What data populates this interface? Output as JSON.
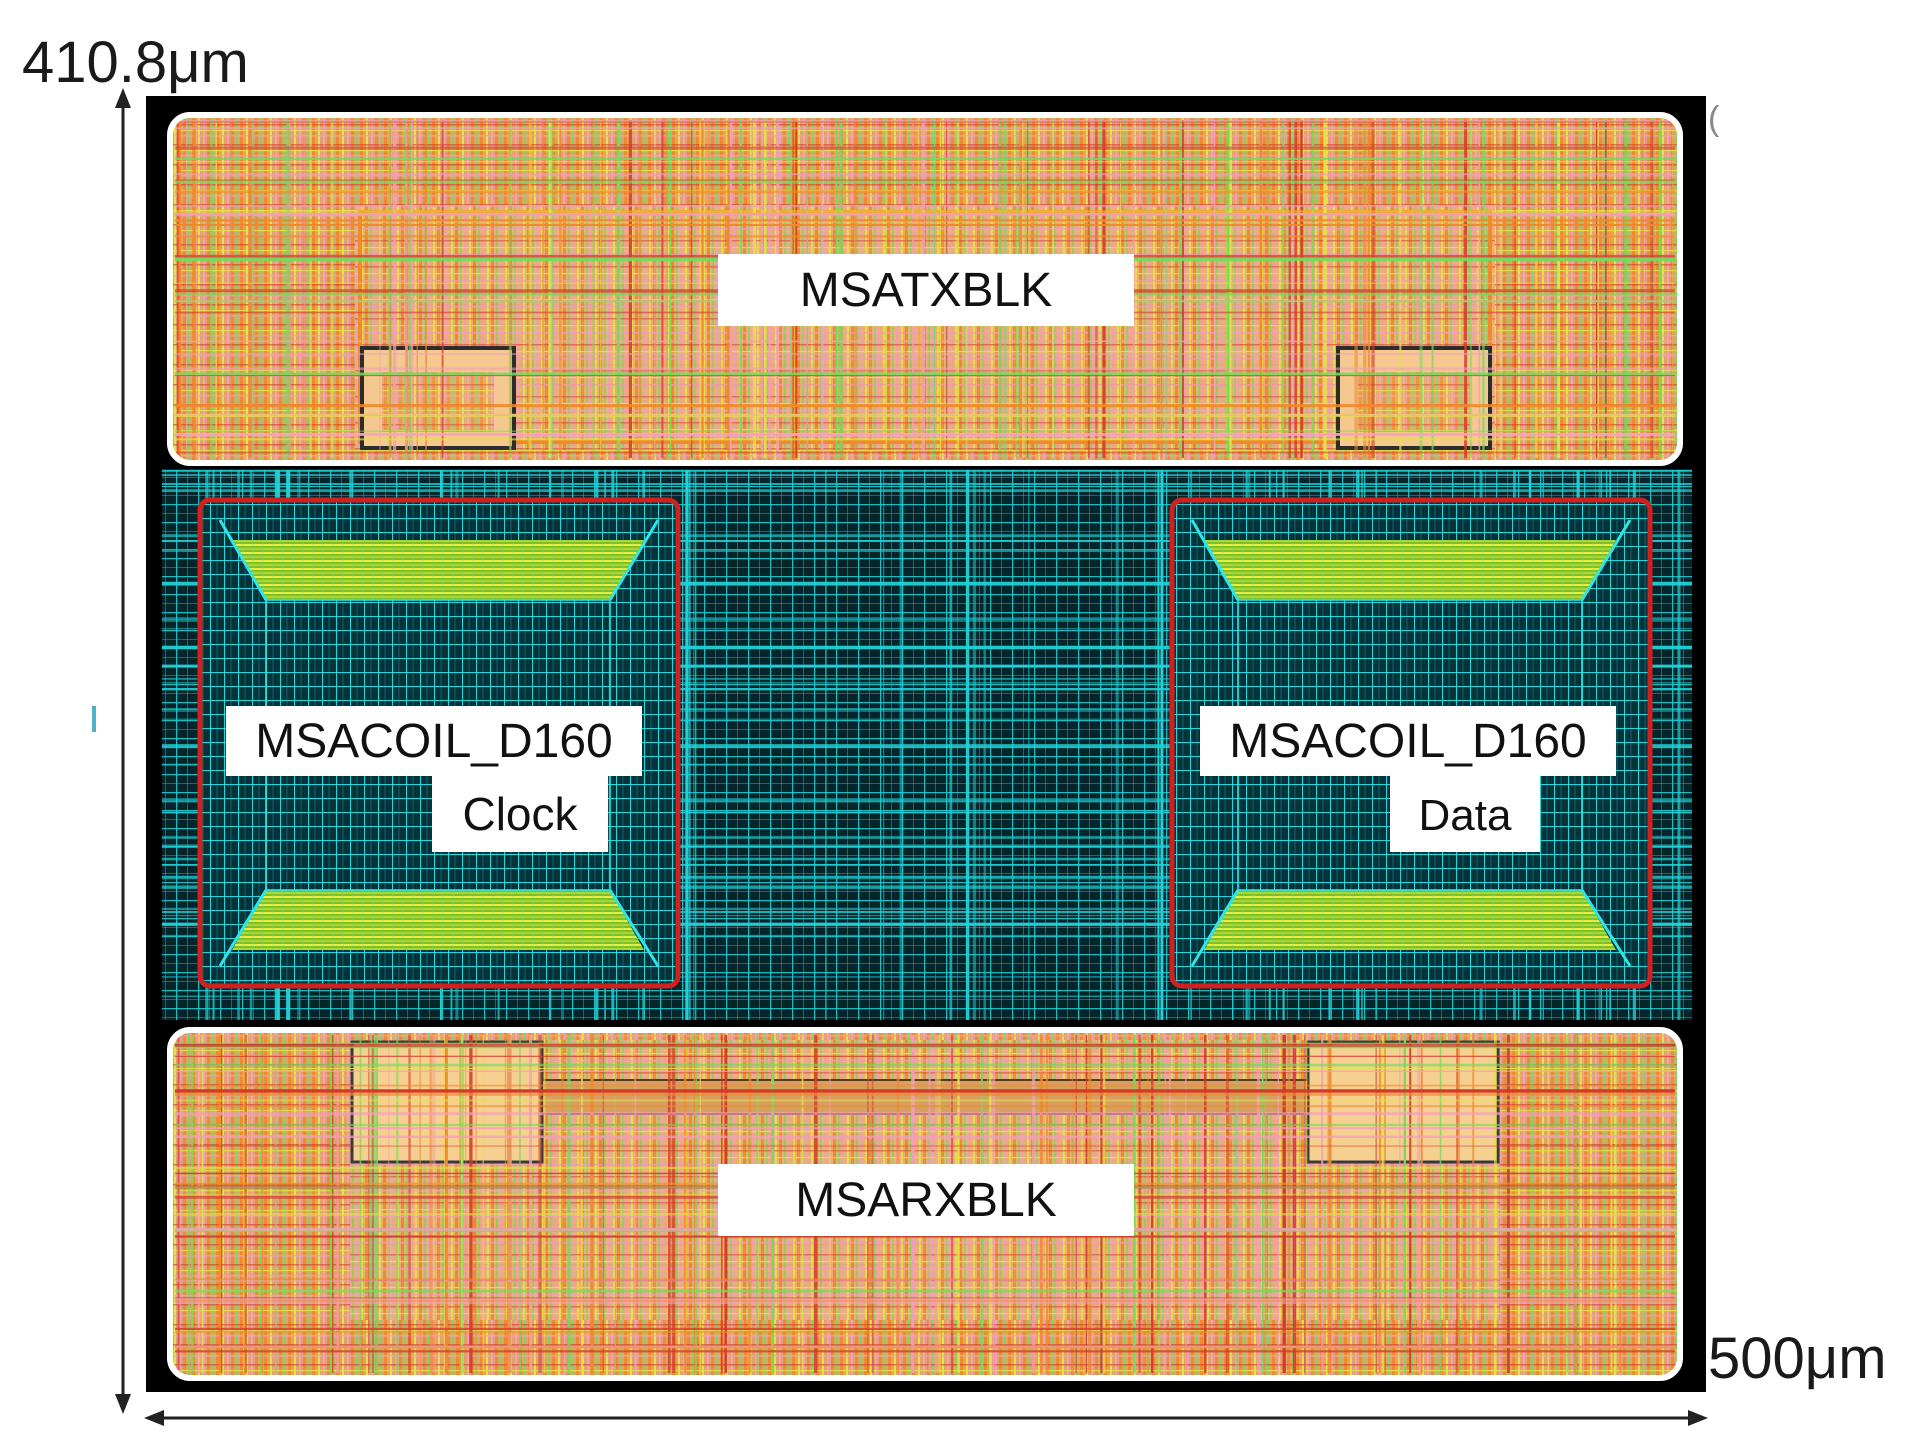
{
  "dimensions": {
    "height_label": "410.8μm",
    "width_label": "500μm"
  },
  "blocks": {
    "tx": {
      "label": "MSATXBLK"
    },
    "rx": {
      "label": "MSARXBLK"
    },
    "coil_clock": {
      "name": "MSACOIL_D160",
      "role": "Clock"
    },
    "coil_data": {
      "name": "MSACOIL_D160",
      "role": "Data"
    }
  },
  "colors": {
    "chip_border": "#000000",
    "core_background": "#04262b",
    "core_grid": "#22d3d8",
    "logic_background": "#e3a26c",
    "logic_orange": "#f08a2c",
    "logic_yellow": "#e8e04a",
    "logic_green": "#7ad860",
    "logic_pink": "#f2a0b8",
    "logic_red": "#d23a2a",
    "coil_outline": "#d02020",
    "coil_yellow": "#d8e838",
    "block_outline": "#ffffff",
    "label_background": "#ffffff",
    "label_text": "#111111"
  }
}
